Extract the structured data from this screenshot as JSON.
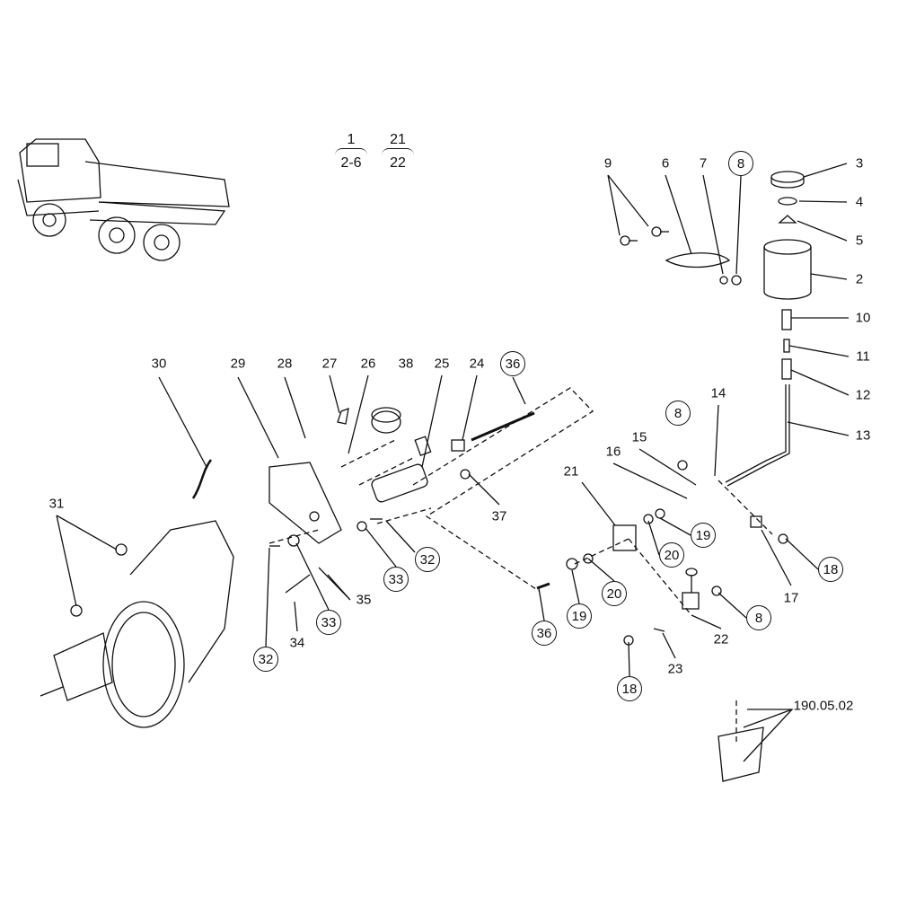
{
  "groups": [
    {
      "top": "1",
      "bottom": "2-6"
    },
    {
      "top": "21",
      "bottom": "22"
    }
  ],
  "callouts": [
    {
      "n": "9",
      "circled": false
    },
    {
      "n": "6",
      "circled": false
    },
    {
      "n": "7",
      "circled": false
    },
    {
      "n": "8",
      "circled": true
    },
    {
      "n": "3",
      "circled": false
    },
    {
      "n": "4",
      "circled": false
    },
    {
      "n": "5",
      "circled": false
    },
    {
      "n": "2",
      "circled": false
    },
    {
      "n": "10",
      "circled": false
    },
    {
      "n": "11",
      "circled": false
    },
    {
      "n": "12",
      "circled": false
    },
    {
      "n": "13",
      "circled": false
    },
    {
      "n": "14",
      "circled": false
    },
    {
      "n": "8",
      "circled": true
    },
    {
      "n": "15",
      "circled": false
    },
    {
      "n": "16",
      "circled": false
    },
    {
      "n": "21",
      "circled": false
    },
    {
      "n": "19",
      "circled": true
    },
    {
      "n": "20",
      "circled": true
    },
    {
      "n": "17",
      "circled": false
    },
    {
      "n": "18",
      "circled": true
    },
    {
      "n": "8",
      "circled": true
    },
    {
      "n": "22",
      "circled": false
    },
    {
      "n": "23",
      "circled": false
    },
    {
      "n": "18",
      "circled": true
    },
    {
      "n": "19",
      "circled": true
    },
    {
      "n": "20",
      "circled": true
    },
    {
      "n": "36",
      "circled": true
    },
    {
      "n": "30",
      "circled": false
    },
    {
      "n": "29",
      "circled": false
    },
    {
      "n": "28",
      "circled": false
    },
    {
      "n": "27",
      "circled": false
    },
    {
      "n": "26",
      "circled": false
    },
    {
      "n": "38",
      "circled": false
    },
    {
      "n": "25",
      "circled": false
    },
    {
      "n": "24",
      "circled": false
    },
    {
      "n": "36",
      "circled": true
    },
    {
      "n": "37",
      "circled": false
    },
    {
      "n": "32",
      "circled": true
    },
    {
      "n": "33",
      "circled": true
    },
    {
      "n": "31",
      "circled": false
    },
    {
      "n": "35",
      "circled": false
    },
    {
      "n": "33",
      "circled": true
    },
    {
      "n": "34",
      "circled": false
    },
    {
      "n": "32",
      "circled": true
    }
  ],
  "reference": "190.05.02"
}
